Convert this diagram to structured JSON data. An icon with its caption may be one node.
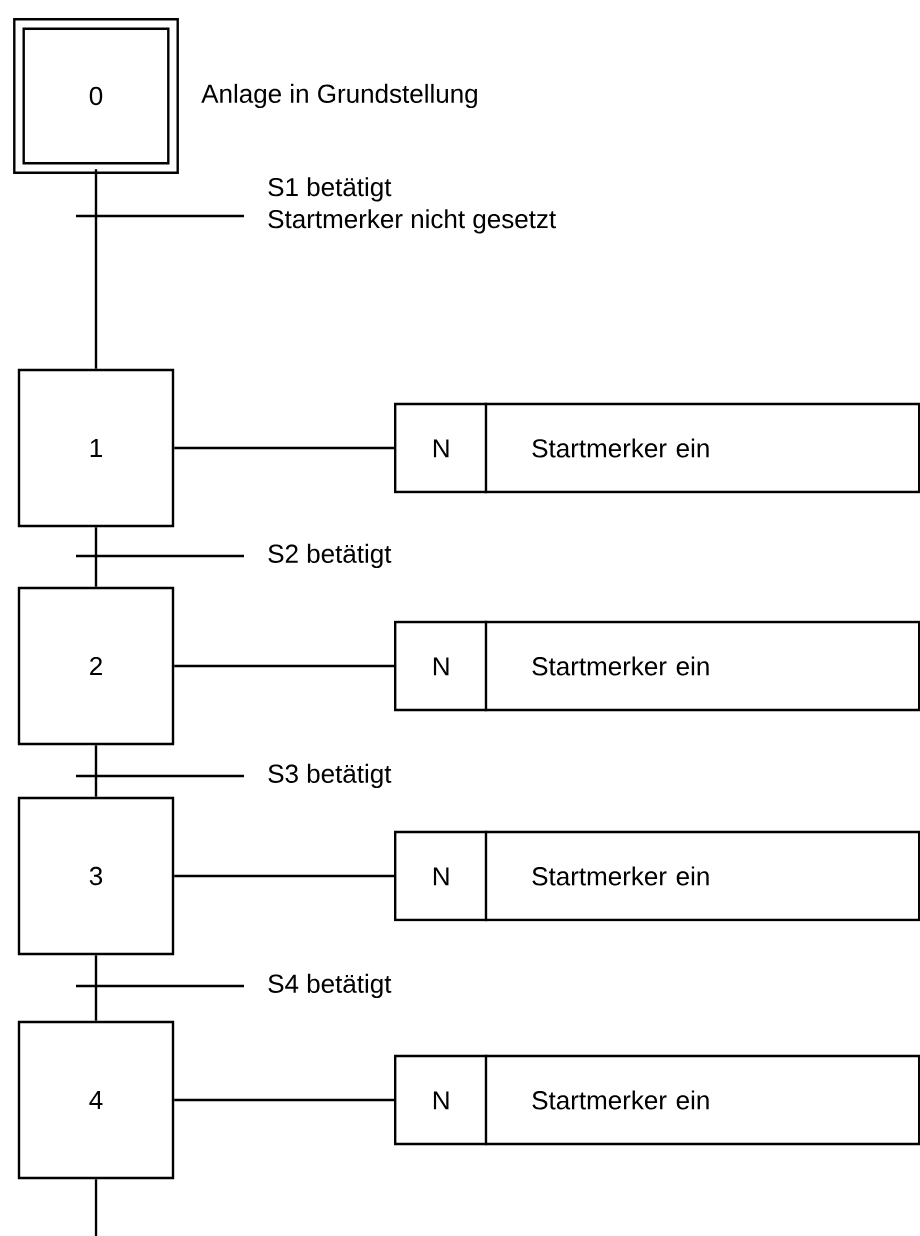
{
  "diagram": {
    "nodes": [
      {
        "text": [
          "0"
        ],
        "beside": [
          "Anlage in Grundstellung"
        ]
      },
      {
        "text": [
          "1"
        ]
      },
      {
        "text": [
          "N",
          "Startmerker ein"
        ]
      },
      {
        "text": [
          "2"
        ]
      },
      {
        "text": [
          "N",
          "Startmerker ein"
        ]
      },
      {
        "text": [
          "3"
        ]
      },
      {
        "text": [
          "N",
          "Startmerker ein"
        ]
      },
      {
        "text": [
          "4"
        ]
      },
      {
        "text": [
          "N",
          "Startmerker ein"
        ]
      }
    ],
    "edges": [
      {
        "from": 0,
        "to": 1,
        "arrow": "none",
        "label": "S1 betätigt Startmerker nicht gesetzt"
      },
      {
        "from": 1,
        "to": 2,
        "arrow": "none"
      },
      {
        "from": 1,
        "to": 3,
        "arrow": "none",
        "label": "S2 betätigt"
      },
      {
        "from": 3,
        "to": 4,
        "arrow": "none"
      },
      {
        "from": 3,
        "to": 5,
        "arrow": "none",
        "label": "S3 betätigt"
      },
      {
        "from": 5,
        "to": 6,
        "arrow": "none"
      },
      {
        "from": 5,
        "to": 7,
        "arrow": "none",
        "label": "S4 betätigt"
      },
      {
        "from": 7,
        "to": 8,
        "arrow": "none"
      },
      {
        "from": 7,
        "to": null,
        "arrow": "none"
      }
    ]
  }
}
